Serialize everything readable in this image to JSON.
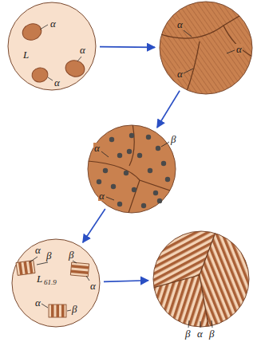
{
  "diagram": {
    "nodes": [
      {
        "text": [
          "L",
          "α",
          "α",
          "α"
        ]
      },
      {
        "text": [
          "α",
          "α",
          "α"
        ]
      },
      {
        "text": [
          "β",
          "α",
          "α"
        ]
      },
      {
        "text": [
          "α",
          "β",
          "L",
          "61.9",
          "β",
          "α",
          "α",
          "β"
        ]
      },
      {
        "text": [
          "β",
          "α",
          "β"
        ]
      }
    ],
    "edges": [
      {
        "from": 0,
        "to": 1,
        "arrow": "to"
      },
      {
        "from": 1,
        "to": 2,
        "arrow": "to"
      },
      {
        "from": 2,
        "to": 3,
        "arrow": "to"
      },
      {
        "from": 3,
        "to": 4,
        "arrow": "to"
      }
    ]
  }
}
